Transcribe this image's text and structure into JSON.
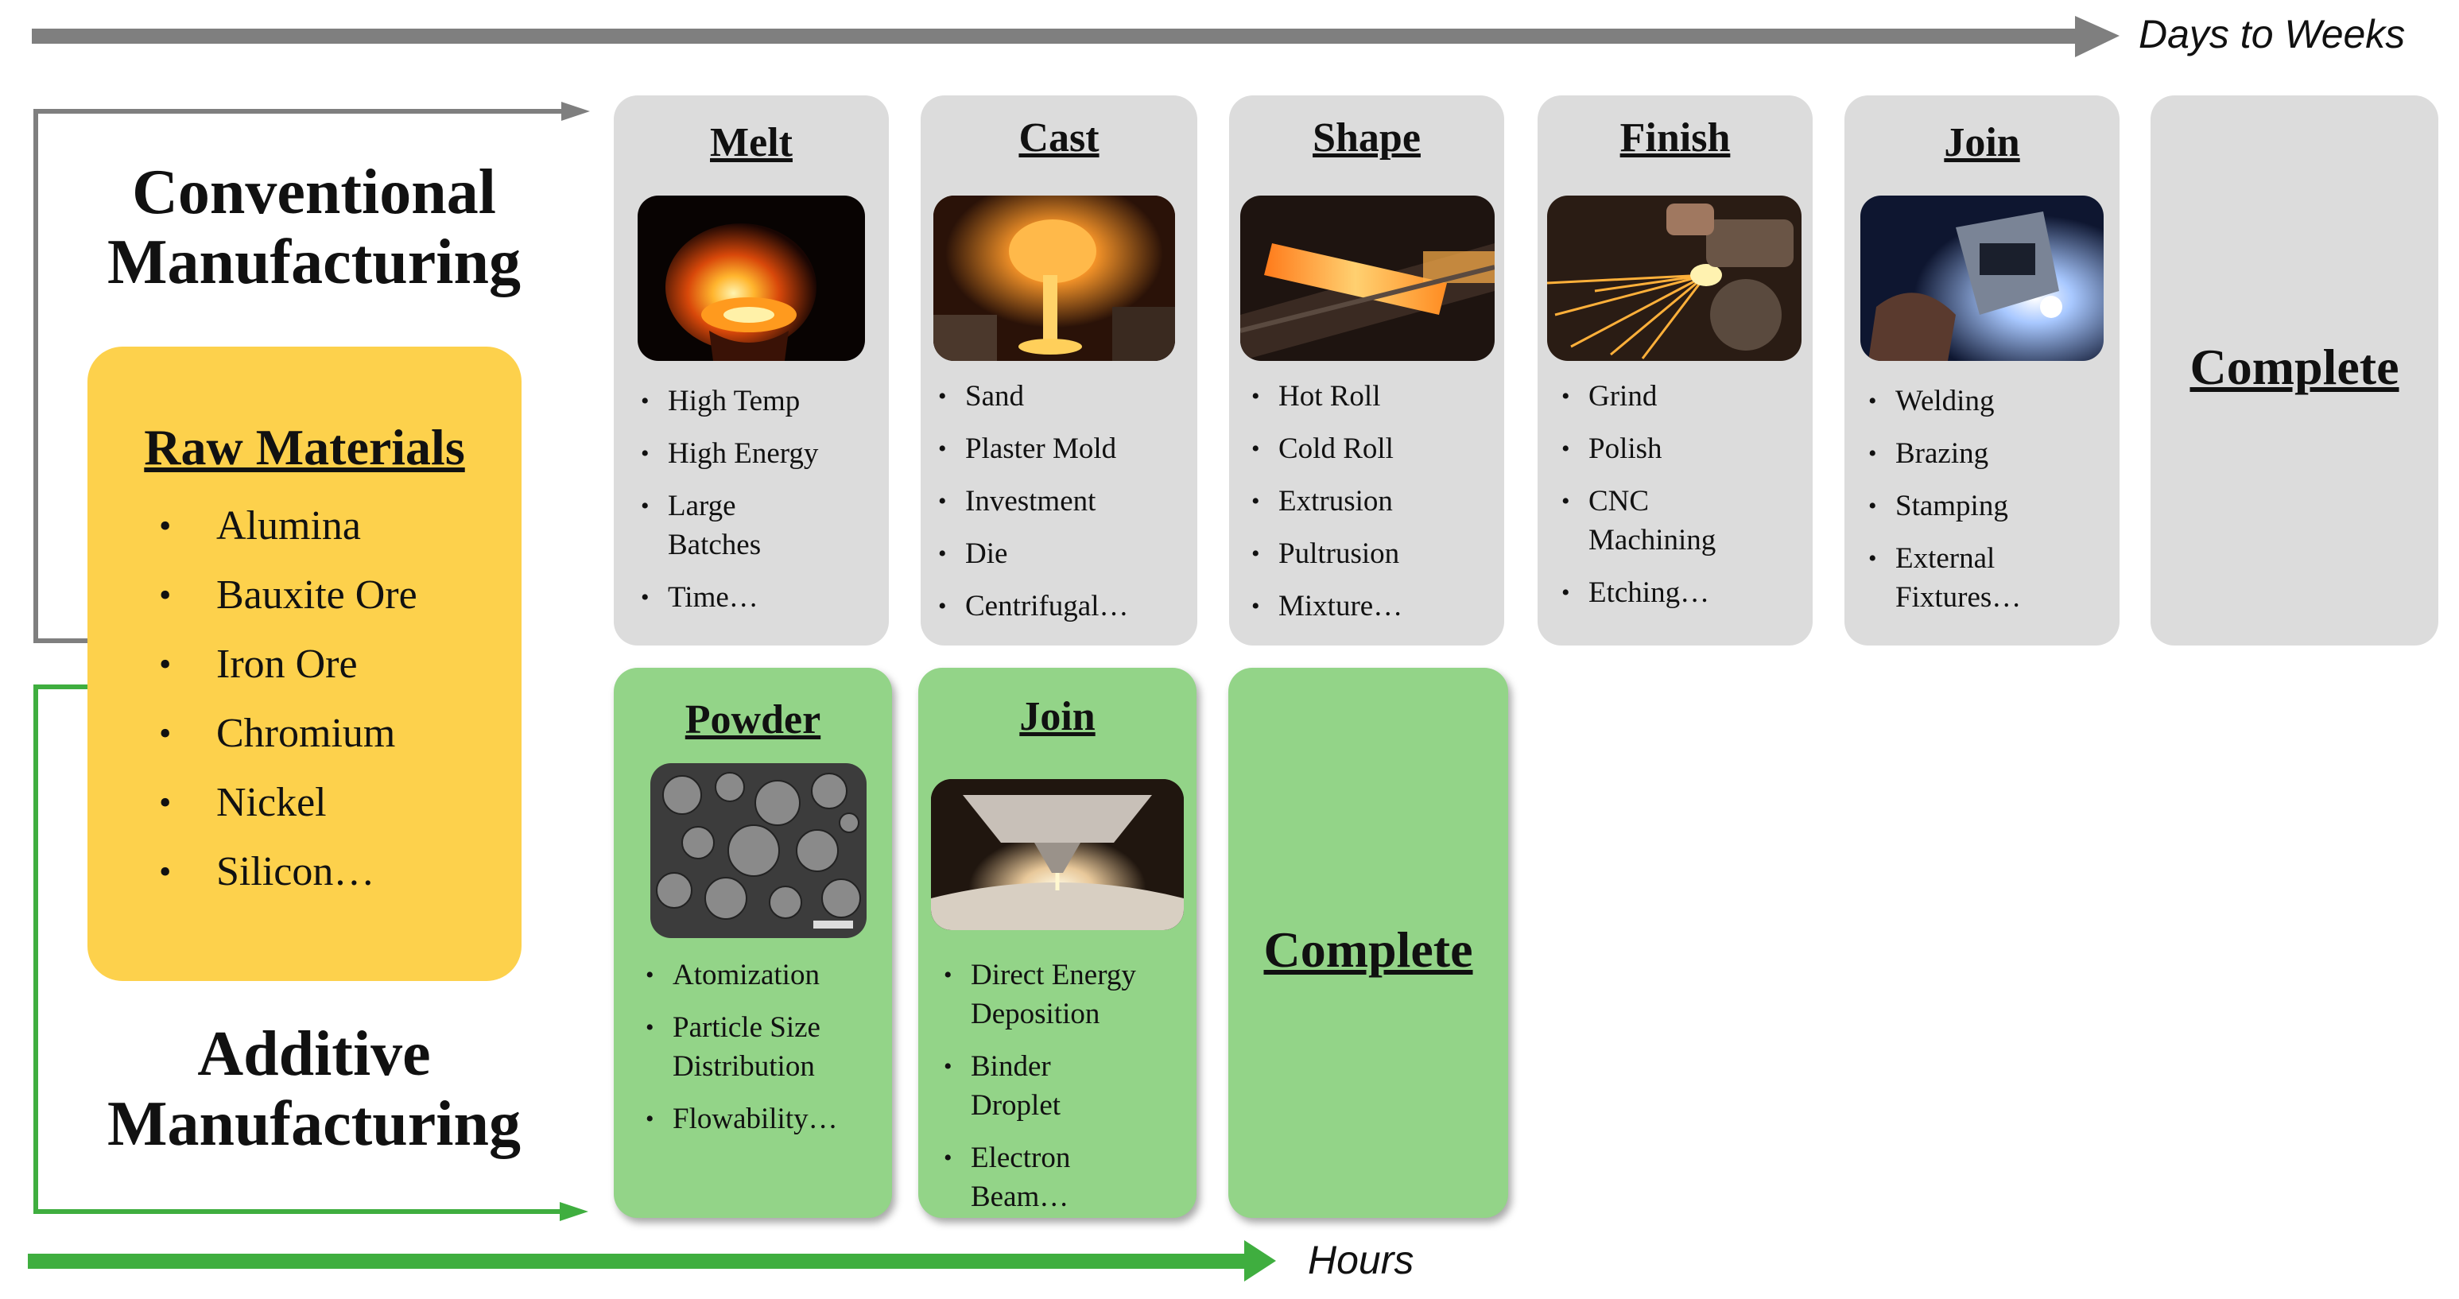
{
  "timeline": {
    "conventional": "Days to Weeks",
    "additive": "Hours"
  },
  "conventional": {
    "title_line1": "Conventional",
    "title_line2": "Manufacturing"
  },
  "additive": {
    "title_line1": "Additive",
    "title_line2": "Manufacturing"
  },
  "raw_materials": {
    "title": "Raw Materials",
    "items": [
      "Alumina",
      "Bauxite Ore",
      "Iron Ore",
      "Chromium",
      "Nickel",
      "Silicon…"
    ]
  },
  "conventional_steps": [
    {
      "title": "Melt",
      "image": "molten-metal-crucible",
      "bullets": [
        "High Temp",
        "High Energy",
        "Large\nBatches",
        "Time…"
      ]
    },
    {
      "title": "Cast",
      "image": "pouring-molten-metal",
      "bullets": [
        "Sand",
        "Plaster Mold",
        "Investment",
        "Die",
        "Centrifugal…"
      ]
    },
    {
      "title": "Shape",
      "image": "hot-rolling-bar",
      "bullets": [
        "Hot Roll",
        "Cold Roll",
        "Extrusion",
        "Pultrusion",
        "Mixture…"
      ]
    },
    {
      "title": "Finish",
      "image": "angle-grinder-sparks",
      "bullets": [
        "Grind",
        "Polish",
        "CNC\nMachining",
        "Etching…"
      ]
    },
    {
      "title": "Join",
      "image": "arc-welder",
      "bullets": [
        "Welding",
        "Brazing",
        "Stamping",
        "External\nFixtures…"
      ]
    }
  ],
  "conventional_complete": "Complete",
  "additive_steps": [
    {
      "title": "Powder",
      "image": "metal-powder-sem",
      "bullets": [
        "Atomization",
        "Particle Size\nDistribution",
        "Flowability…"
      ]
    },
    {
      "title": "Join",
      "image": "energy-deposition-nozzle",
      "bullets": [
        "Direct Energy\nDeposition",
        "Binder\nDroplet",
        "Electron\nBeam…"
      ]
    }
  ],
  "additive_complete": "Complete",
  "colors": {
    "conventional_arrow": "#7f7f7f",
    "additive_arrow": "#3fae3f",
    "raw_box": "#fdd14c",
    "gray_card": "#dcdcdc",
    "green_card": "#93d488"
  }
}
